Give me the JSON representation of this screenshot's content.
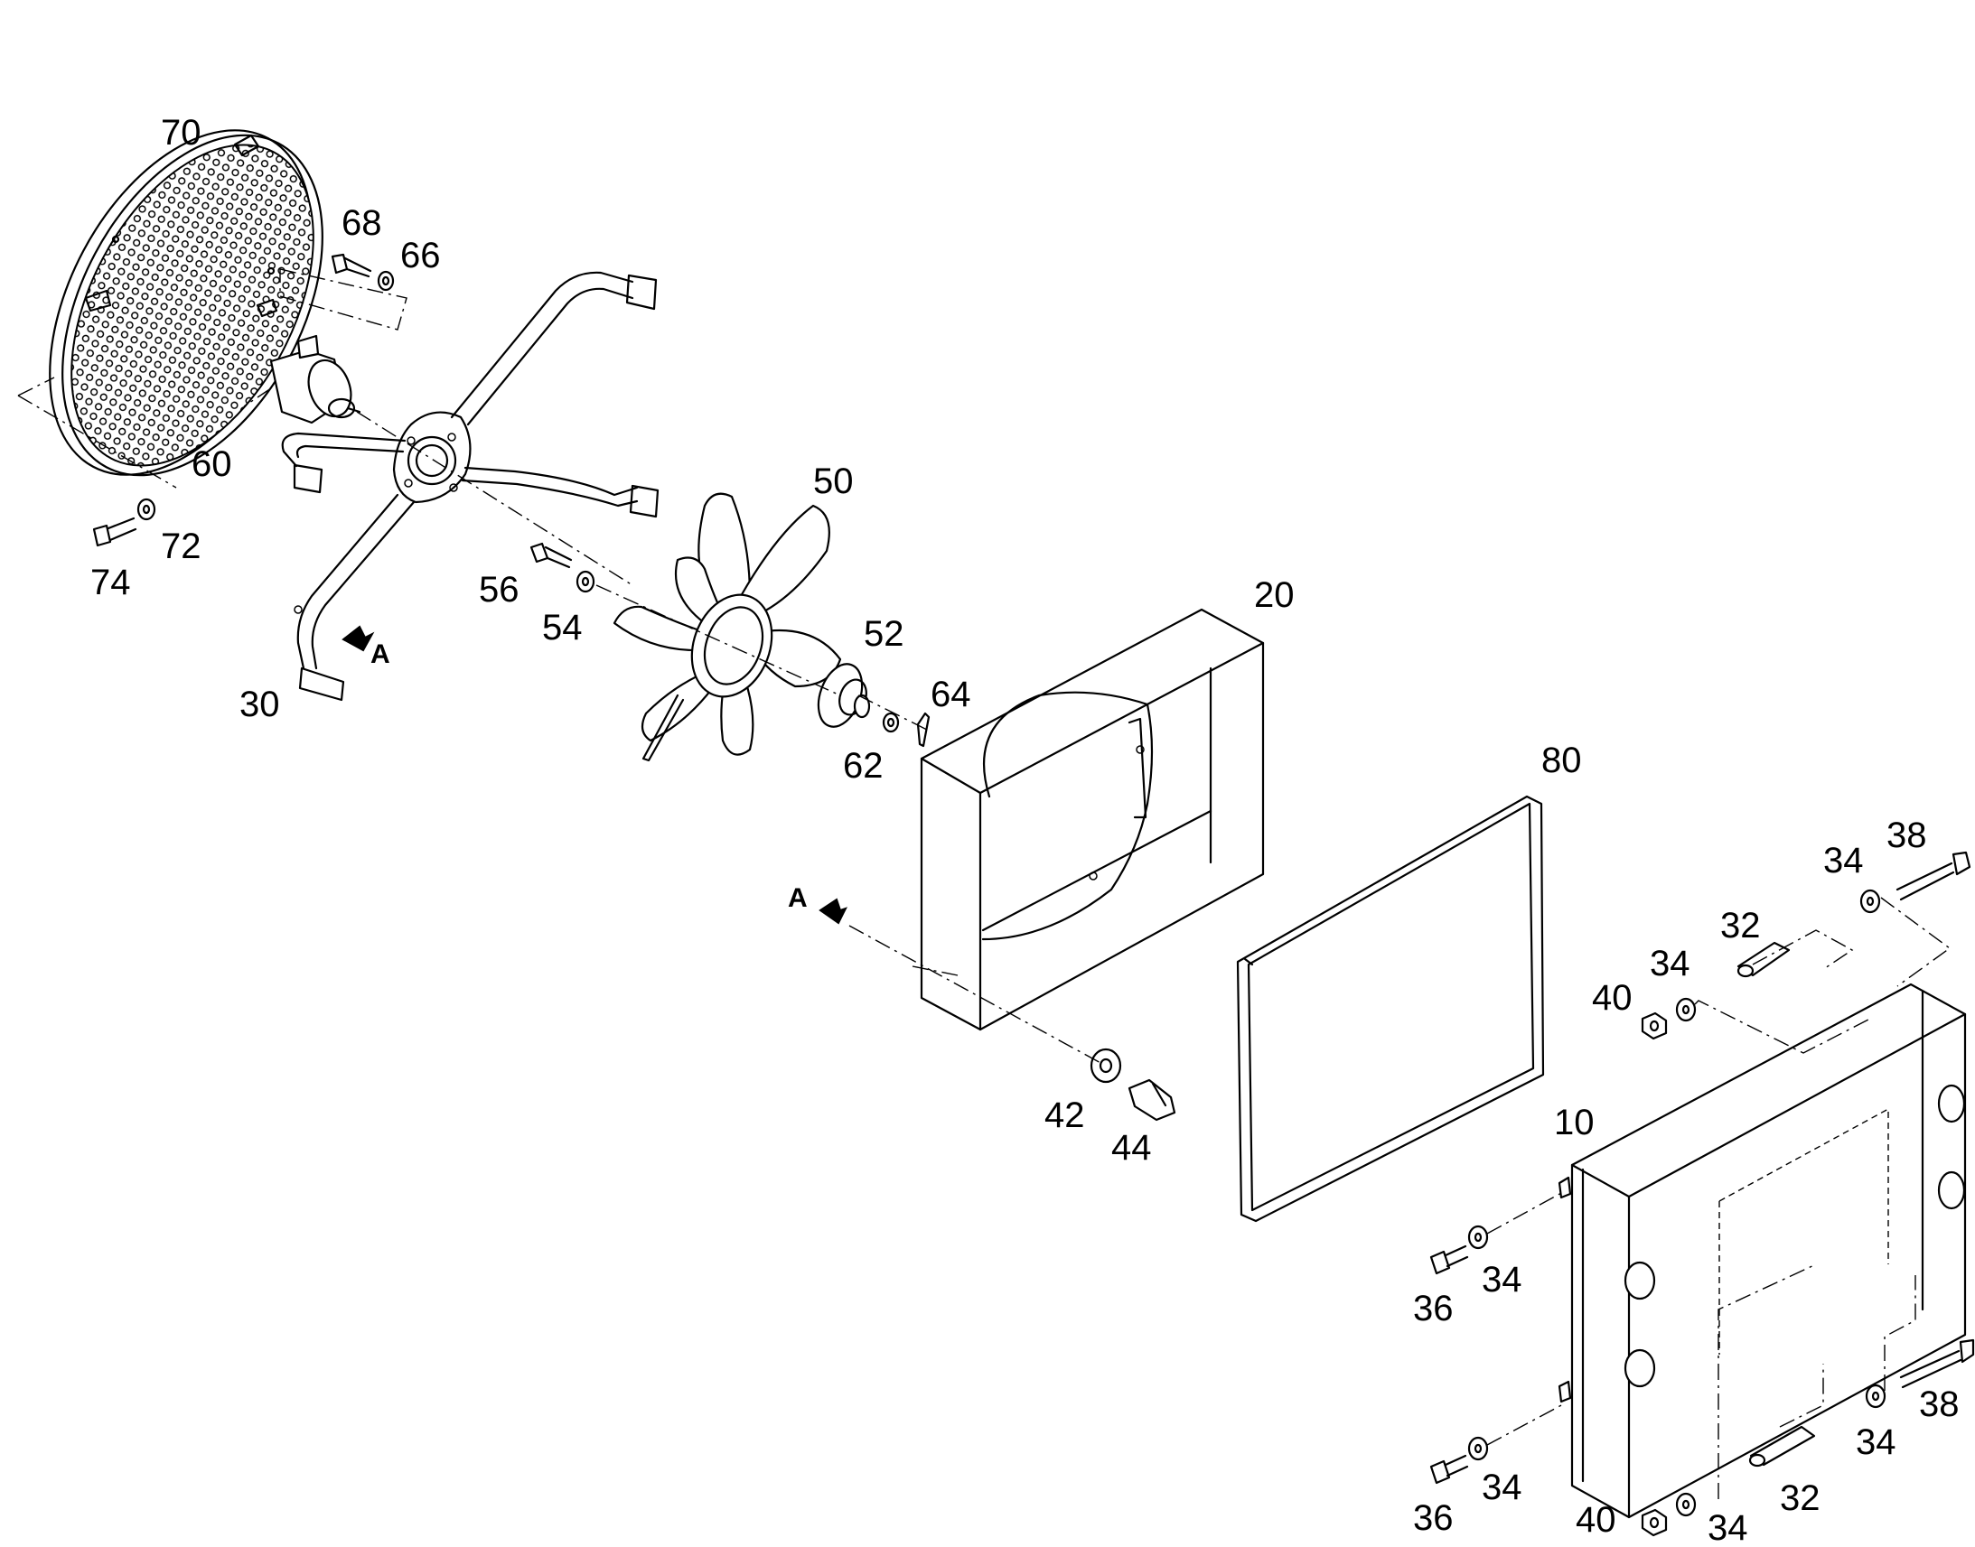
{
  "callouts": {
    "c70": "70",
    "c68": "68",
    "c66": "66",
    "c60": "60",
    "c74": "74",
    "c72": "72",
    "c50": "50",
    "c56": "56",
    "c54": "54",
    "c30": "30",
    "c52": "52",
    "c64": "64",
    "c62": "62",
    "c20": "20",
    "c80": "80",
    "c38a": "38",
    "c34a": "34",
    "c32a": "32",
    "c34b": "34",
    "c40a": "40",
    "c10": "10",
    "c42": "42",
    "c44": "44",
    "c36a": "36",
    "c34c": "34",
    "c38b": "38",
    "c34d": "34",
    "c36b": "36",
    "c34e": "34",
    "c32b": "32",
    "c40b": "40",
    "c34f": "34"
  },
  "view_markers": {
    "a1": "A",
    "a2": "A"
  }
}
